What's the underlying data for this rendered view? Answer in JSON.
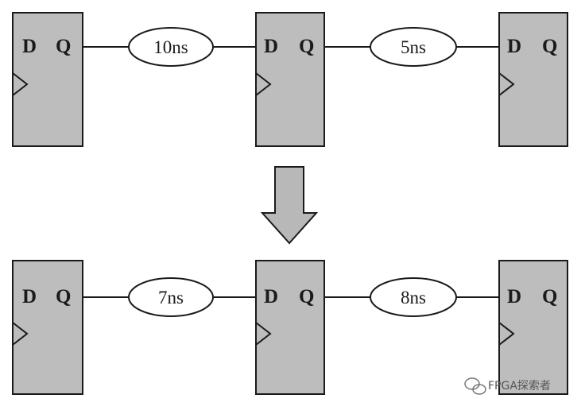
{
  "flip_flop": {
    "input_label": "D",
    "output_label": "Q"
  },
  "before": {
    "delays": [
      "10ns",
      "5ns"
    ]
  },
  "after": {
    "delays": [
      "7ns",
      "8ns"
    ]
  },
  "watermark": {
    "text": "FPGA探索者"
  },
  "colors": {
    "flip_flop_fill": "#bdbdbd",
    "arrow_fill": "#b8b8b8",
    "line": "#1a1a1a"
  }
}
